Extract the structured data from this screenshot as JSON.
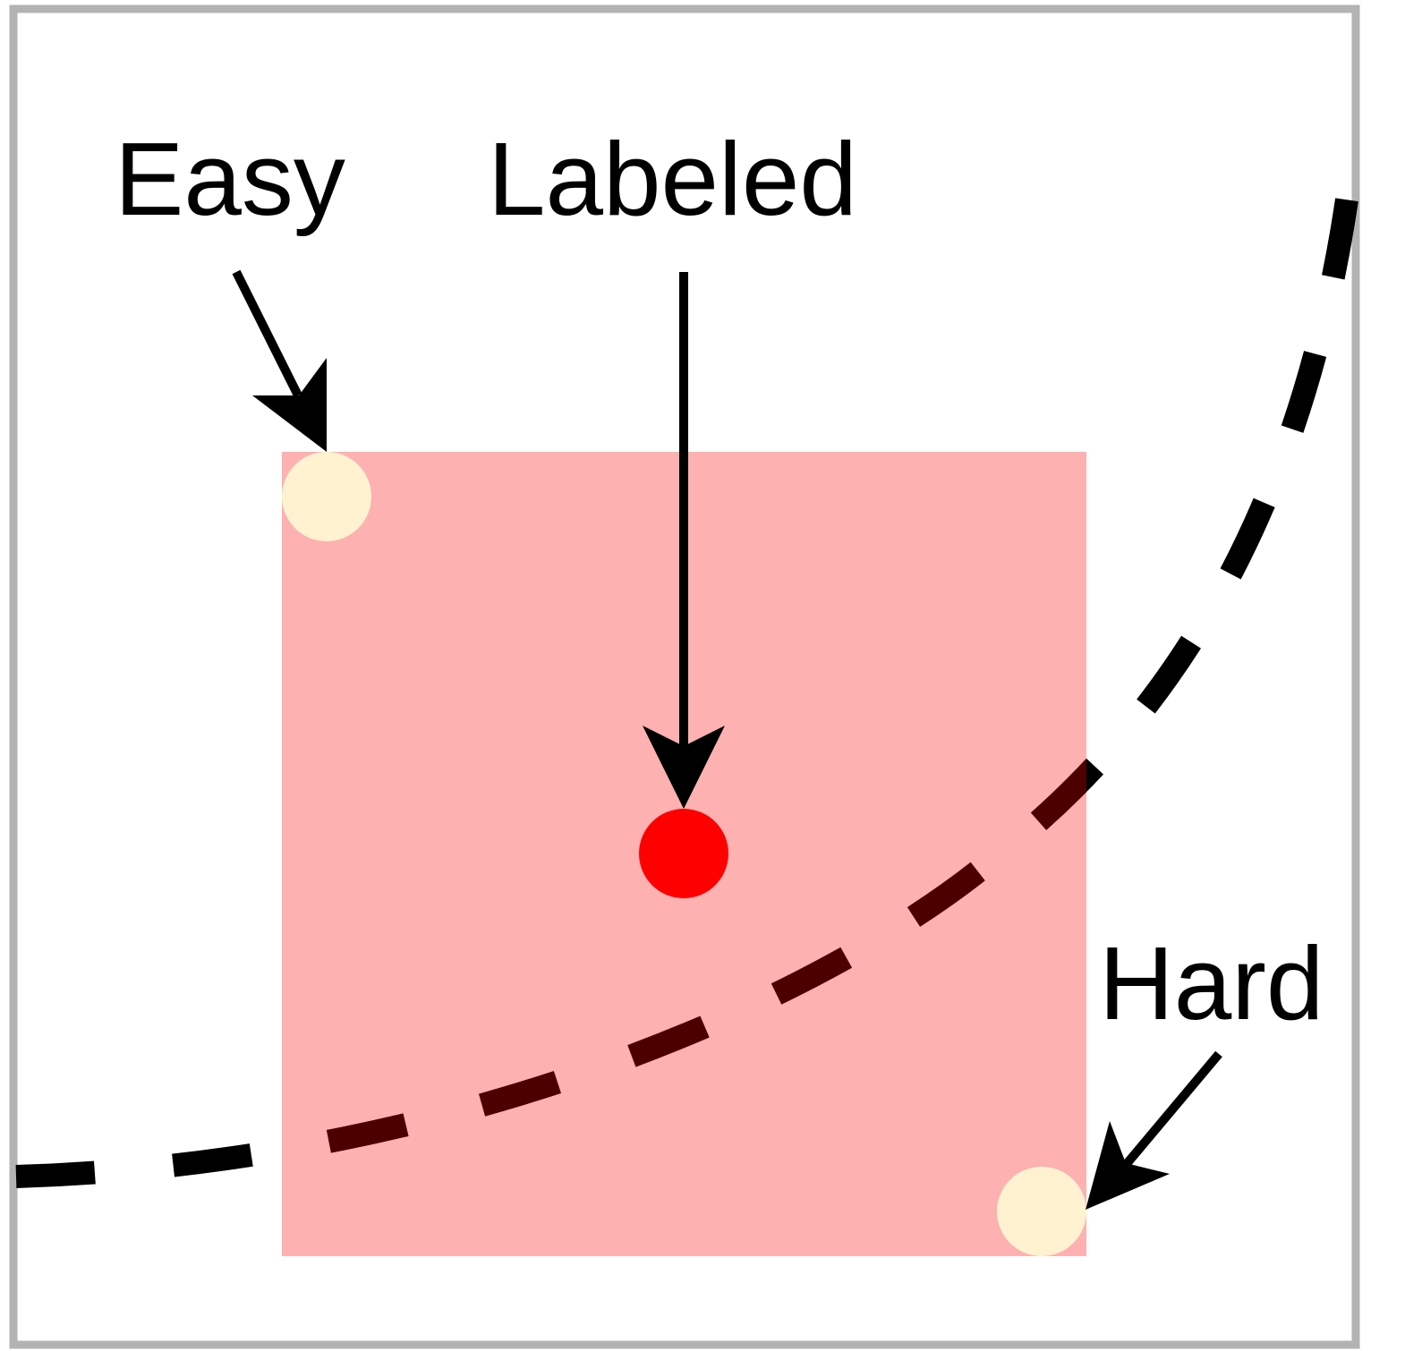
{
  "labels": {
    "easy": "Easy",
    "labeled": "Labeled",
    "hard": "Hard"
  },
  "colors": {
    "frame": "#b3b3b3",
    "region": "#fdb1b1",
    "labeled_point": "#ff0000",
    "sample_points": "#fff2d0",
    "boundary_outside": "#000000",
    "boundary_inside": "#4d0000",
    "arrows": "#000000"
  },
  "icons": {
    "labeled_point": "filled-circle",
    "sample_points": "filled-circle",
    "arrows": "arrow",
    "boundary": "dashed-curve"
  }
}
